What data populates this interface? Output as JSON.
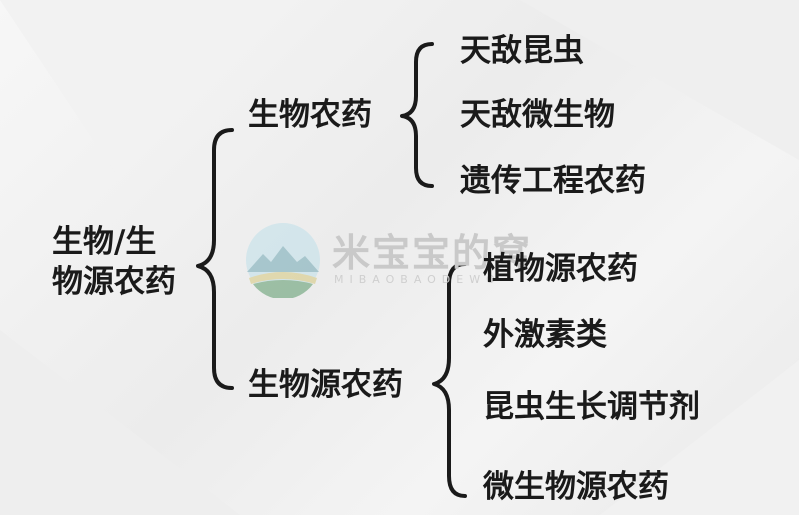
{
  "root": {
    "line1": "生物/生",
    "line2": "物源农药"
  },
  "branches": [
    {
      "label": "生物农药",
      "children": [
        "天敌昆虫",
        "天敌微生物",
        "遗传工程农药"
      ]
    },
    {
      "label": "生物源农药",
      "children": [
        "植物源农药",
        "外激素类",
        "昆虫生长调节剂",
        "微生物源农药"
      ]
    }
  ],
  "watermark": {
    "text": "米宝宝的窝",
    "sub": "MIBAOBAODEWO"
  }
}
